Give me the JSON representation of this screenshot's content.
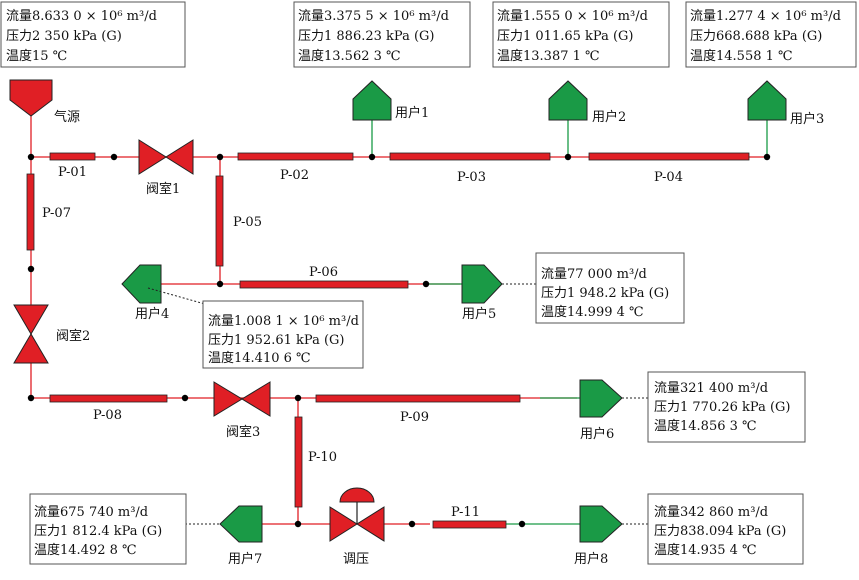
{
  "source": {
    "label": "气源",
    "info": [
      "流量8.633 0 × 10⁶ m³/d",
      "压力2 350 kPa (G)",
      "温度15 ℃"
    ]
  },
  "users": [
    {
      "label": "用户1",
      "info": [
        "流量3.375 5 × 10⁶ m³/d",
        "压力1 886.23 kPa (G)",
        "温度13.562 3 ℃"
      ]
    },
    {
      "label": "用户2",
      "info": [
        "流量1.555 0 × 10⁶ m³/d",
        "压力1 011.65 kPa (G)",
        "温度13.387 1 ℃"
      ]
    },
    {
      "label": "用户3",
      "info": [
        "流量1.277 4 × 10⁶ m³/d",
        "压力668.688 kPa (G)",
        "温度14.558 1 ℃"
      ]
    },
    {
      "label": "用户4",
      "info": [
        "流量1.008 1 × 10⁶ m³/d",
        "压力1 952.61 kPa (G)",
        "温度14.410 6 ℃"
      ]
    },
    {
      "label": "用户5",
      "info": [
        "流量77 000 m³/d",
        "压力1 948.2 kPa (G)",
        "温度14.999 4 ℃"
      ]
    },
    {
      "label": "用户6",
      "info": [
        "流量321 400 m³/d",
        "压力1 770.26 kPa (G)",
        "温度14.856 3 ℃"
      ]
    },
    {
      "label": "用户7",
      "info": [
        "流量675 740 m³/d",
        "压力1 812.4 kPa (G)",
        "温度14.492 8 ℃"
      ]
    },
    {
      "label": "用户8",
      "info": [
        "流量342 860 m³/d",
        "压力838.094 kPa (G)",
        "温度14.935 4 ℃"
      ]
    }
  ],
  "valves": [
    "阀室1",
    "阀室2",
    "阀室3",
    "调压"
  ],
  "pipes": [
    "P-01",
    "P-02",
    "P-03",
    "P-04",
    "P-05",
    "P-06",
    "P-07",
    "P-08",
    "P-09",
    "P-10",
    "P-11"
  ],
  "colors": {
    "pipe": "#e01f25",
    "line": "#e01f25",
    "user": "#1a9a46",
    "node": "#000000",
    "branch": "#1a9a46"
  }
}
